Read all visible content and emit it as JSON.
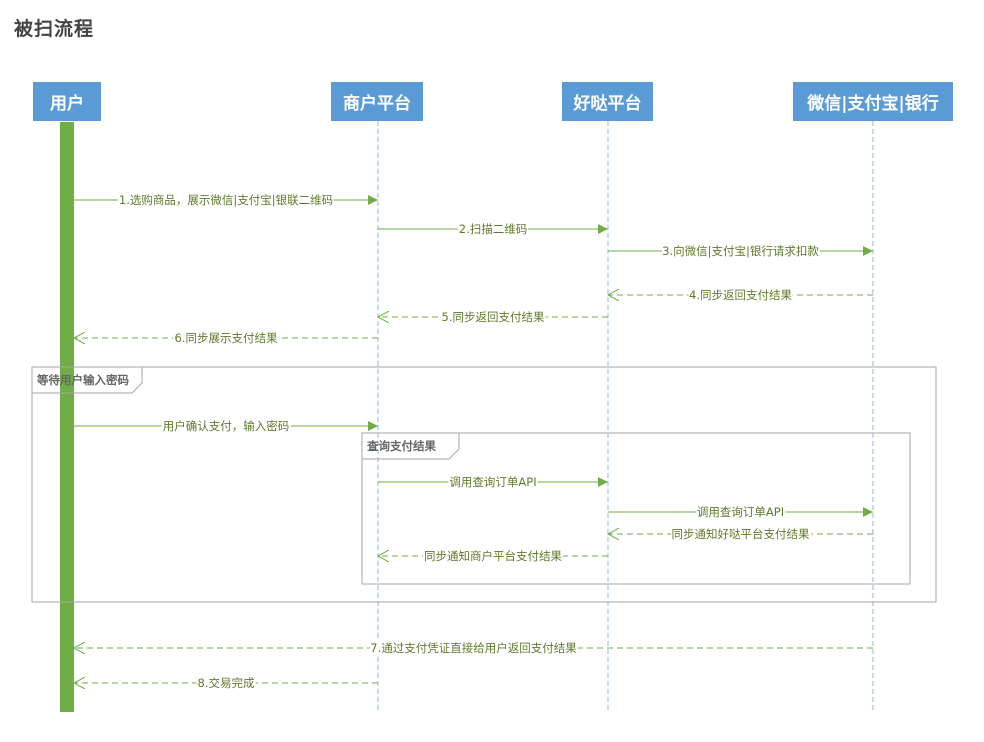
{
  "title": "被扫流程",
  "actors": [
    {
      "id": "user",
      "label": "用户"
    },
    {
      "id": "merchant",
      "label": "商户平台"
    },
    {
      "id": "haoda",
      "label": "好哒平台"
    },
    {
      "id": "payment",
      "label": "微信|支付宝|银行"
    }
  ],
  "messages": [
    {
      "label": "1.选购商品，展示微信|支付宝|银联二维码",
      "from": "user",
      "to": "merchant",
      "style": "solid"
    },
    {
      "label": "2.扫描二维码",
      "from": "merchant",
      "to": "haoda",
      "style": "solid"
    },
    {
      "label": "3.向微信|支付宝|银行请求扣款",
      "from": "haoda",
      "to": "payment",
      "style": "solid"
    },
    {
      "label": "4.同步返回支付结果",
      "from": "payment",
      "to": "haoda",
      "style": "dashed"
    },
    {
      "label": "5.同步返回支付结果",
      "from": "haoda",
      "to": "merchant",
      "style": "dashed"
    },
    {
      "label": "6.同步展示支付结果",
      "from": "merchant",
      "to": "user",
      "style": "dashed"
    },
    {
      "label": "用户确认支付，输入密码",
      "from": "user",
      "to": "merchant",
      "style": "solid"
    },
    {
      "label": "调用查询订单API",
      "from": "merchant",
      "to": "haoda",
      "style": "solid"
    },
    {
      "label": "调用查询订单API",
      "from": "haoda",
      "to": "payment",
      "style": "solid"
    },
    {
      "label": "同步通知好哒平台支付结果",
      "from": "payment",
      "to": "haoda",
      "style": "dashed"
    },
    {
      "label": "同步通知商户平台支付结果",
      "from": "haoda",
      "to": "merchant",
      "style": "dashed"
    },
    {
      "label": "7.通过支付凭证直接给用户返回支付结果",
      "from": "payment",
      "to": "user",
      "style": "dashed"
    },
    {
      "label": "8.交易完成",
      "from": "merchant",
      "to": "user",
      "style": "dashed"
    }
  ],
  "frames": [
    {
      "label": "等待用户输入密码"
    },
    {
      "label": "查询支付结果"
    }
  ],
  "colors": {
    "actor_bg": "#5b9bd5",
    "actor_text": "#ffffff",
    "activation": "#70ad47",
    "lifeline": "#8eb4e3",
    "arrow": "#70ad47",
    "label_text": "#5e7a2a",
    "frame_border": "#a6a6a6"
  }
}
